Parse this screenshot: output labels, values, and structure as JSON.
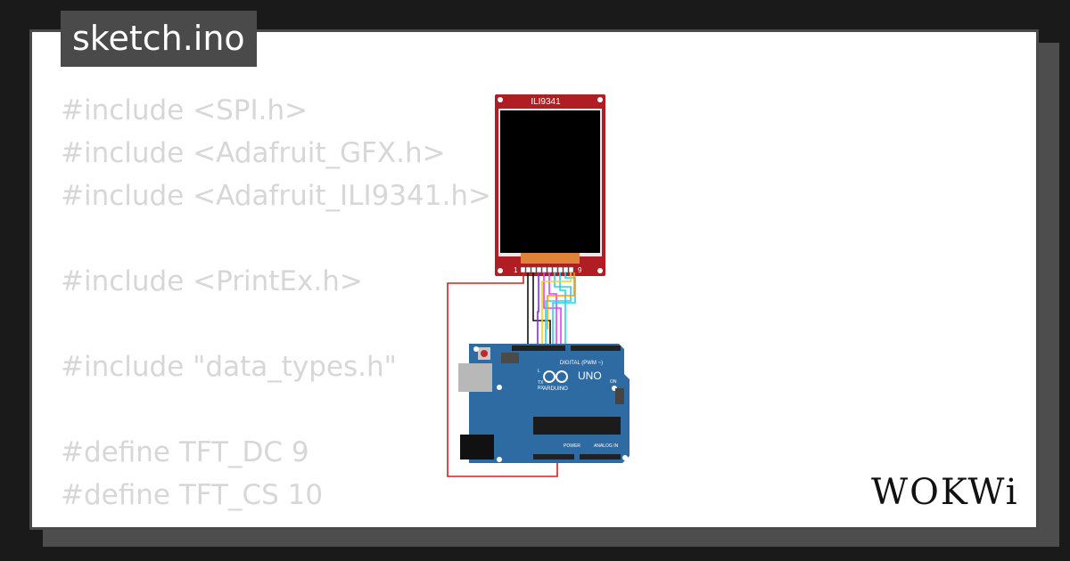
{
  "header": {
    "title": "sketch.ino"
  },
  "code": {
    "lines": [
      "#include <SPI.h>",
      "#include <Adafruit_GFX.h>",
      "#include <Adafruit_ILI9341.h>",
      "",
      "#include <PrintEx.h>",
      "",
      "#include \"data_types.h\"",
      "",
      "#define TFT_DC 9",
      "#define TFT_CS 10"
    ]
  },
  "display": {
    "label": "ILI9341",
    "pin_first": "1",
    "pin_last": "9"
  },
  "board": {
    "brand": "ARDUINO",
    "model": "UNO",
    "digital_label": "DIGITAL (PWM ~)",
    "power_label": "POWER",
    "analog_label": "ANALOG IN",
    "on_label": "ON",
    "tx_label": "TX",
    "rx_label": "RX",
    "l_label": "L"
  },
  "logo": {
    "text": "WOKWi"
  },
  "colors": {
    "background": "#1a1a1a",
    "card": "#ffffff",
    "tab": "#4a4a4a",
    "code_text": "#d7d7d7",
    "display_pcb": "#b01e23",
    "board_pcb": "#2f6ba3",
    "wire_red": "#e21b1b",
    "wire_black": "#111111",
    "wire_purple": "#8a2be2",
    "wire_magenta": "#e040fb",
    "wire_cyan": "#22d3ee",
    "wire_yellow": "#f2d21b",
    "wire_orange": "#ff9800"
  }
}
